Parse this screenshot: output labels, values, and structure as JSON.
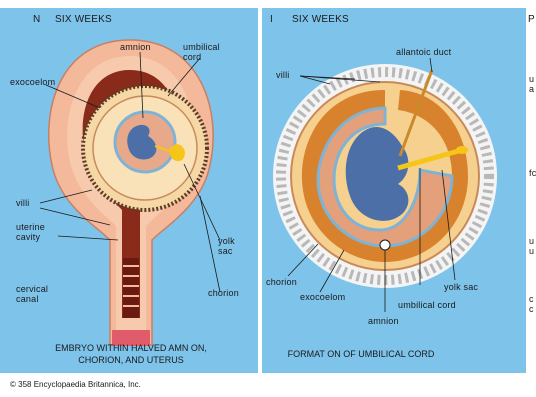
{
  "left_panel": {
    "letter": "N",
    "stage": "SIX WEEKS",
    "labels": {
      "amnion": "amnion",
      "umbilical_cord": "umbilical\ncord",
      "exocoelom": "exocoelom",
      "villi": "villi",
      "uterine_cavity": "uterine\ncavity",
      "cervical_canal": "cervical\ncanal",
      "yolk_sac": "yolk\nsac",
      "chorion": "chorion"
    },
    "caption": "EMBRYO WITHIN HALVED AMN ON,\nCHORION, AND UTERUS"
  },
  "right_panel": {
    "letter": "I",
    "stage": "SIX WEEKS",
    "labels": {
      "allantoic_duct": "allantoic duct",
      "villi": "villi",
      "chorion": "chorion",
      "exocoelom": "exocoelom",
      "amnion": "amnion",
      "umbilical_cord": "umbilical cord",
      "yolk_sac": "yolk sac"
    },
    "caption": "FORMAT ON OF UMBILICAL CORD"
  },
  "edge_text": {
    "letter": "P",
    "fragments": [
      "u",
      "a",
      "fc",
      "u",
      "u",
      "c",
      "c"
    ]
  },
  "copyright": "© 358 Encyclopaedia Britannica, Inc.",
  "colors": {
    "background": "#7ec3ea",
    "uterus": "#f4b89a",
    "uterus_dark": "#8a2a1a",
    "chorion_ring": "#f6d7a6",
    "embryo": "#4d6fa8",
    "yolk": "#f5c518",
    "villi": "#ffffff",
    "amnion_blue": "#7fb3d6"
  }
}
